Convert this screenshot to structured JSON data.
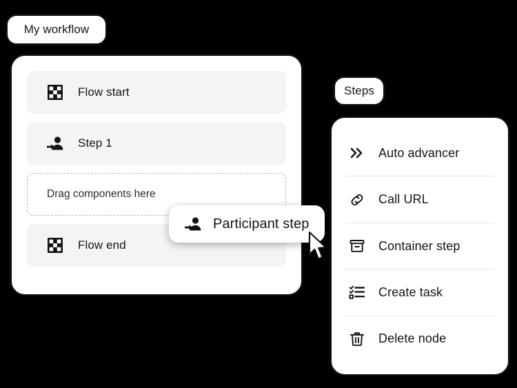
{
  "background_color": "#000000",
  "accent_color": "#0d0d0d",
  "surface_color": "#ffffff",
  "row_color": "#f4f4f4",
  "divider_color": "#e6e6e6",
  "workflow": {
    "tab_label": "My workflow",
    "rows": [
      {
        "icon": "checkered-flag-icon",
        "label": "Flow start"
      },
      {
        "icon": "participant-step-icon",
        "label": "Step 1"
      }
    ],
    "drop_zone": {
      "label": "Drag components here"
    },
    "end_row": {
      "icon": "checkered-flag-icon",
      "label": "Flow end"
    }
  },
  "steps": {
    "tab_label": "Steps",
    "items": [
      {
        "icon": "double-chevron-right-icon",
        "label": "Auto advancer"
      },
      {
        "icon": "link-chain-icon",
        "label": "Call URL"
      },
      {
        "icon": "archive-box-icon",
        "label": "Container step"
      },
      {
        "icon": "checklist-icon",
        "label": "Create task"
      },
      {
        "icon": "trash-icon",
        "label": "Delete node"
      }
    ]
  },
  "drag_chip": {
    "icon": "participant-step-icon",
    "label": "Participant step"
  },
  "cursor": {
    "icon": "arrow-pointer-icon"
  }
}
